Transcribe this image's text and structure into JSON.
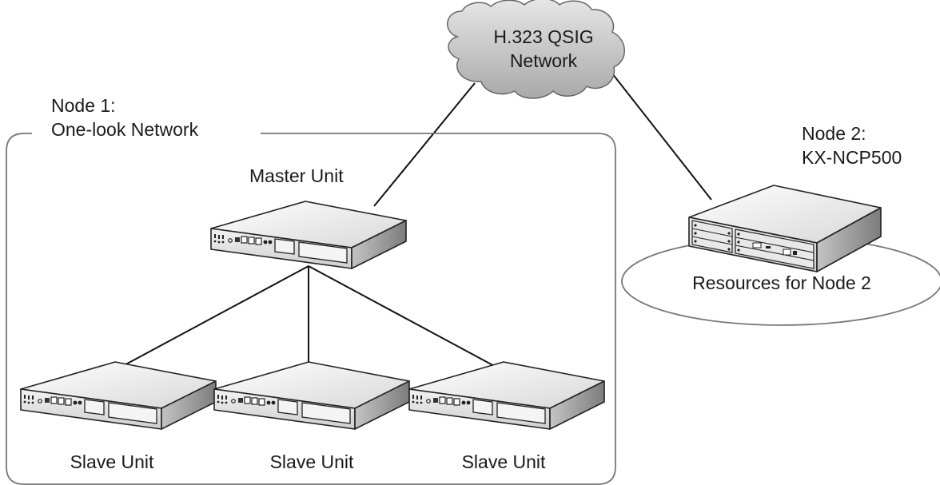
{
  "cloud": {
    "line1": "H.323 QSIG",
    "line2": "Network"
  },
  "node1": {
    "line1": "Node 1:",
    "line2": "One-look Network"
  },
  "node2": {
    "line1": "Node 2:",
    "line2": "KX-NCP500",
    "resources_label": "Resources for Node 2"
  },
  "master": {
    "label": "Master Unit"
  },
  "slaves": [
    {
      "label": "Slave Unit"
    },
    {
      "label": "Slave Unit"
    },
    {
      "label": "Slave Unit"
    }
  ]
}
